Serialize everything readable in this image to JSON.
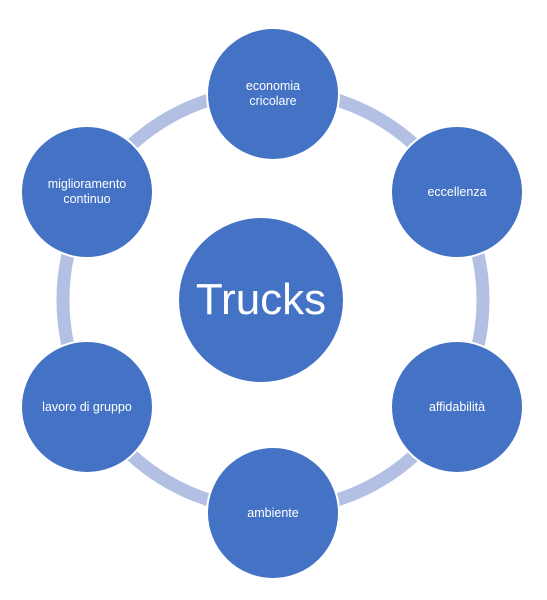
{
  "colors": {
    "node_fill": "#4472C4",
    "node_border": "#ffffff",
    "ring": "#B4C0E3",
    "text": "#ffffff"
  },
  "center": {
    "label": "Trucks"
  },
  "nodes": [
    {
      "id": "top",
      "label": "economia cricolare"
    },
    {
      "id": "upright",
      "label": "eccellenza"
    },
    {
      "id": "lowright",
      "label": "affidabilità"
    },
    {
      "id": "bottom",
      "label": "ambiente"
    },
    {
      "id": "lowleft",
      "label": "lavoro di gruppo"
    },
    {
      "id": "upleft",
      "label": "miglioramento continuo"
    }
  ]
}
